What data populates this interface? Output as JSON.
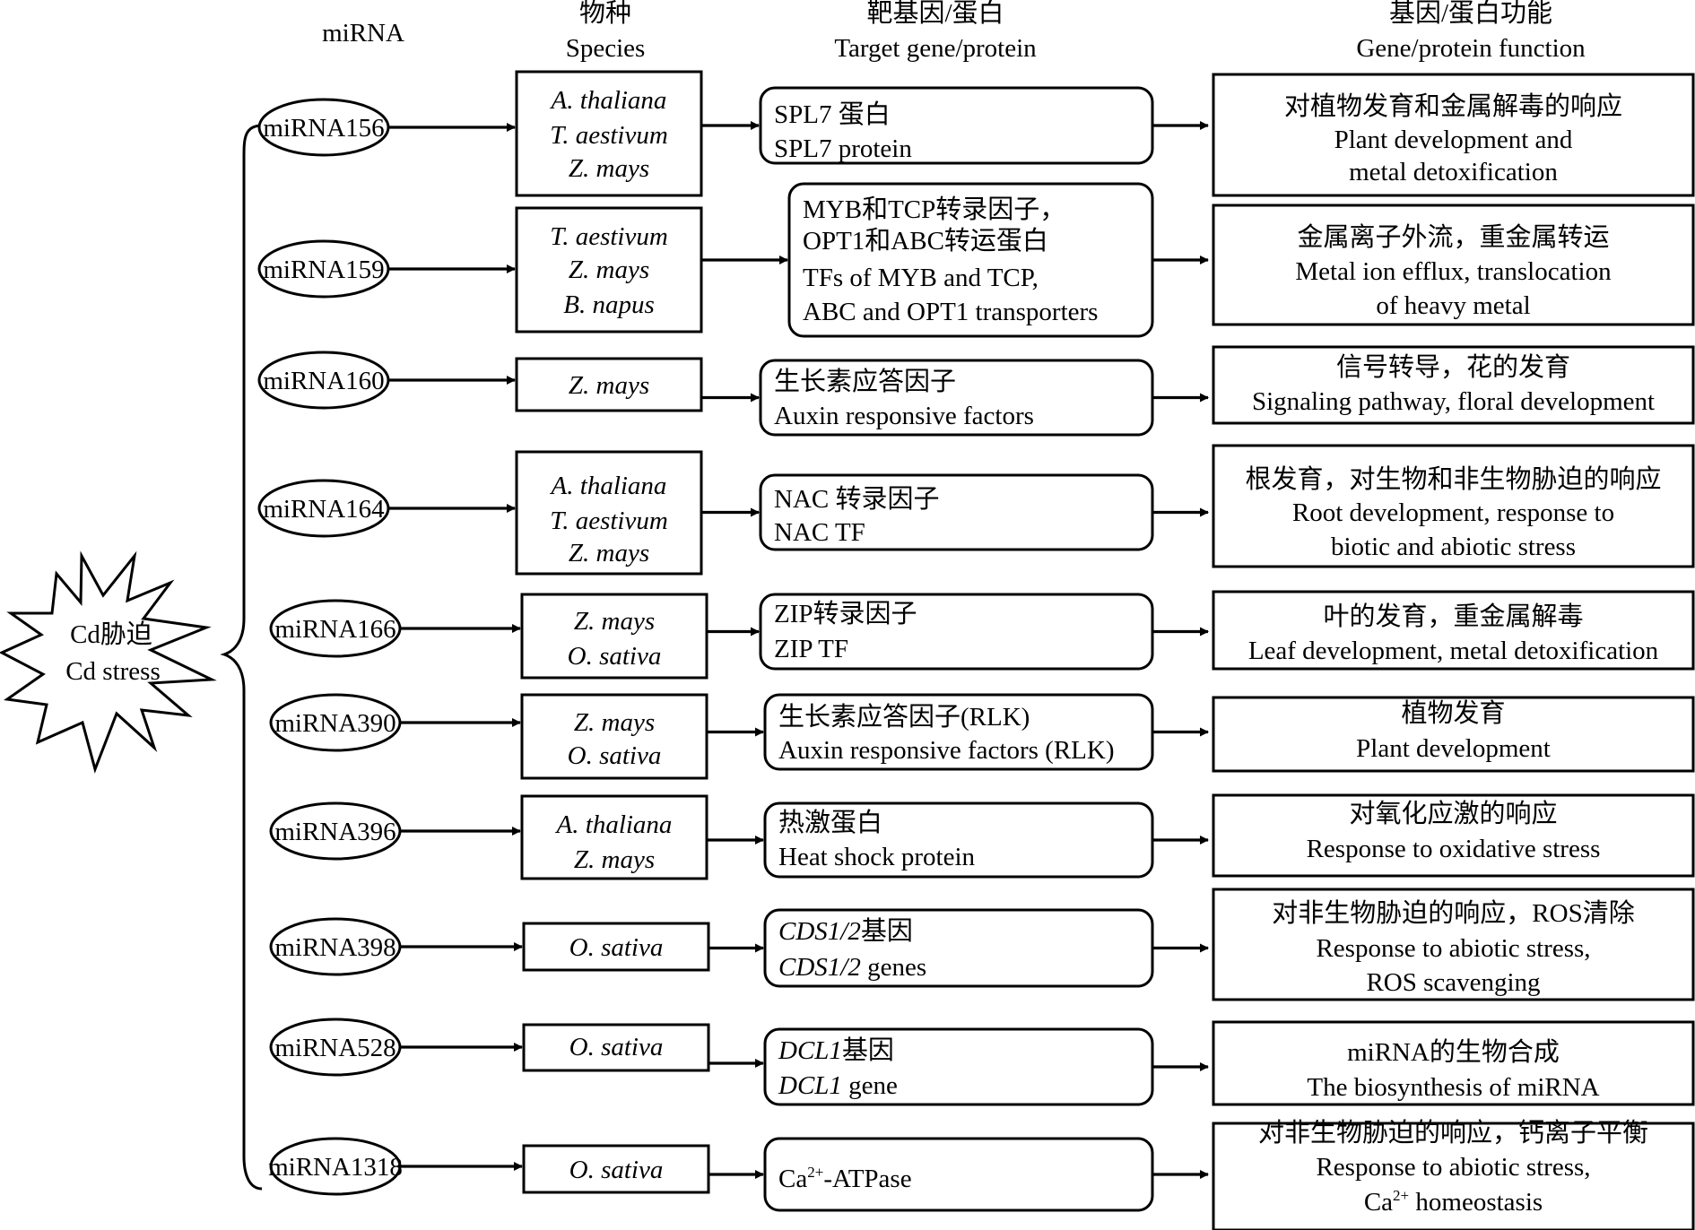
{
  "headers": {
    "mirna": "miRNA",
    "species_cn": "物种",
    "species_en": "Species",
    "target_cn": "靶基因/蛋白",
    "target_en": "Target gene/protein",
    "function_cn": "基因/蛋白功能",
    "function_en": "Gene/protein function"
  },
  "stress": {
    "line1": "Cd胁迫",
    "line2": "Cd stress"
  },
  "rows": [
    {
      "mirna": "miRNA156",
      "species": [
        "A. thaliana",
        "T. aestivum",
        "Z. mays"
      ],
      "target": [
        "SPL7 蛋白",
        "SPL7 protein"
      ],
      "function": [
        "对植物发育和金属解毒的响应",
        "Plant development and",
        "metal detoxification"
      ]
    },
    {
      "mirna": "miRNA159",
      "species": [
        "T. aestivum",
        "Z. mays",
        "B. napus"
      ],
      "target": [
        "MYB和TCP转录因子，",
        "OPT1和ABC转运蛋白",
        "TFs of MYB and TCP,",
        "ABC and OPT1 transporters"
      ],
      "function": [
        "金属离子外流，重金属转运",
        "Metal ion efflux, translocation",
        "of heavy metal"
      ]
    },
    {
      "mirna": "miRNA160",
      "species": [
        "Z. mays"
      ],
      "target": [
        "生长素应答因子",
        "Auxin responsive factors"
      ],
      "function": [
        "信号转导，花的发育",
        "Signaling pathway, floral development"
      ]
    },
    {
      "mirna": "miRNA164",
      "species": [
        "A. thaliana",
        "T. aestivum",
        "Z. mays"
      ],
      "target": [
        "NAC 转录因子",
        "NAC TF"
      ],
      "function": [
        "根发育，对生物和非生物胁迫的响应",
        "Root development, response to",
        "biotic and abiotic stress"
      ]
    },
    {
      "mirna": "miRNA166",
      "species": [
        "Z. mays",
        "O. sativa"
      ],
      "target": [
        "ZIP转录因子",
        "ZIP TF"
      ],
      "function": [
        "叶的发育，重金属解毒",
        "Leaf development, metal detoxification"
      ]
    },
    {
      "mirna": "miRNA390",
      "species": [
        "Z. mays",
        "O. sativa"
      ],
      "target": [
        "生长素应答因子(RLK)",
        "Auxin responsive factors (RLK)"
      ],
      "function": [
        "植物发育",
        "Plant development"
      ]
    },
    {
      "mirna": "miRNA396",
      "species": [
        "A. thaliana",
        "Z. mays"
      ],
      "target": [
        "热激蛋白",
        "Heat shock protein"
      ],
      "function": [
        "对氧化应激的响应",
        "Response to oxidative stress"
      ]
    },
    {
      "mirna": "miRNA398",
      "species": [
        "O. sativa"
      ],
      "target_gene_it": "CDS1/2",
      "target": [
        "基因",
        " genes"
      ],
      "function": [
        "对非生物胁迫的响应，ROS清除",
        "Response to abiotic stress,",
        "ROS scavenging"
      ]
    },
    {
      "mirna": "miRNA528",
      "species": [
        "O. sativa"
      ],
      "target_gene_it": "DCL1",
      "target": [
        "基因",
        " gene"
      ],
      "function": [
        "miRNA的生物合成",
        "The biosynthesis of miRNA"
      ]
    },
    {
      "mirna": "miRNA1318",
      "species": [
        "O. sativa"
      ],
      "target_ca": [
        "Ca",
        "2+",
        "-ATPase"
      ],
      "function": [
        "对非生物胁迫的响应，钙离子平衡",
        "Response to abiotic stress,"
      ],
      "function_ca": [
        "Ca",
        "2+",
        " homeostasis"
      ]
    }
  ]
}
